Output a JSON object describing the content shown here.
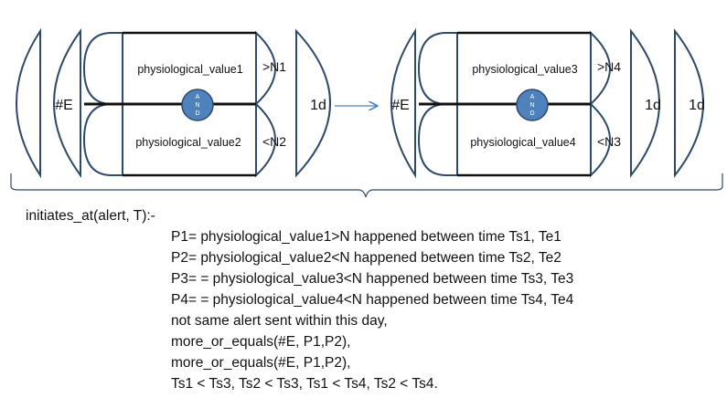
{
  "diagram": {
    "left": {
      "count_label": "#E",
      "top_value": "physiological_value1",
      "top_threshold": ">N1",
      "bottom_value": "physiological_value2",
      "bottom_threshold": "<N2",
      "and_label": "AND",
      "window_label": "1d"
    },
    "right": {
      "count_label": "#E",
      "top_value": "physiological_value3",
      "top_threshold": ">N4",
      "bottom_value": "physiological_value4",
      "bottom_threshold": "<N3",
      "and_label": "AND",
      "window_label_1": "1d",
      "window_label_2": "1d"
    },
    "colors": {
      "stroke": "#2e4a6b",
      "and_fill": "#4f81bd",
      "arrow": "#4f81bd"
    }
  },
  "rule": {
    "head": "initiates_at(alert, T):-",
    "conditions": [
      "P1= physiological_value1>N happened between time Ts1, Te1",
      "P2= physiological_value2<N happened between time Ts2, Te2",
      "P3=  = physiological_value3<N happened between time Ts3, Te3",
      "P4=  = physiological_value4<N happened between time Ts4, Te4",
      "not same alert sent within this day,",
      "more_or_equals(#E, P1,P2),",
      "more_or_equals(#E, P1,P2),",
      "Ts1 < Ts3, Ts2 < Ts3, Ts1 < Ts4, Ts2 < Ts4."
    ]
  }
}
